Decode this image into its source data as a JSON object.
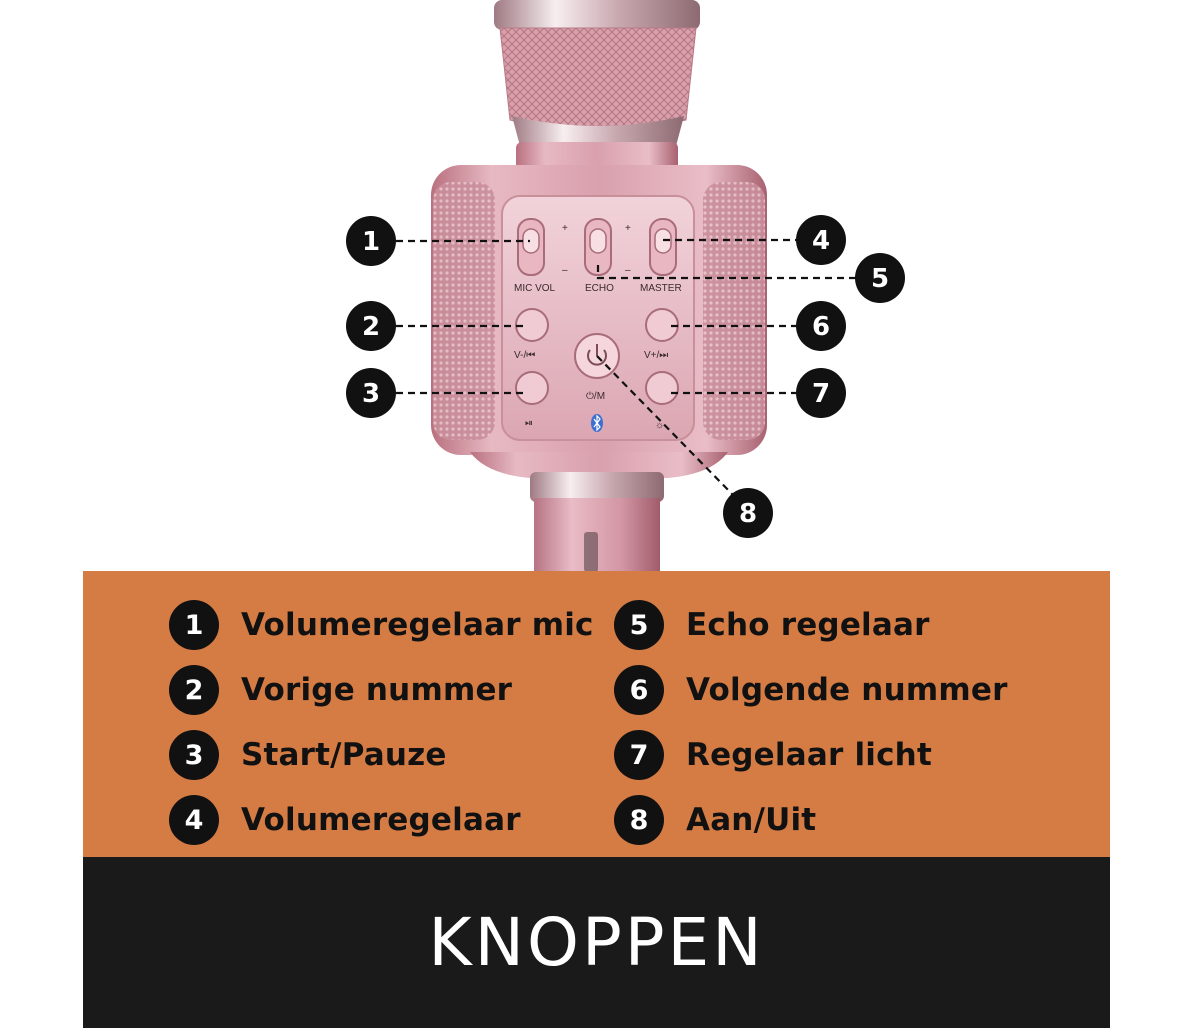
{
  "title": "KNOPPEN",
  "device_labels": {
    "mic_vol": "MIC VOL",
    "echo": "ECHO",
    "master": "MASTER",
    "plus": "+",
    "minus": "–",
    "prev": "V-/⏮",
    "next": "V+/⏭",
    "play_pause": "⏯",
    "power_mode": "⏻/M",
    "light": "☼"
  },
  "callouts": [
    "1",
    "2",
    "3",
    "4",
    "5",
    "6",
    "7",
    "8"
  ],
  "legend": {
    "left": [
      {
        "num": "1",
        "text": "Volumeregelaar mic"
      },
      {
        "num": "2",
        "text": "Vorige nummer"
      },
      {
        "num": "3",
        "text": "Start/Pauze"
      },
      {
        "num": "4",
        "text": "Volumeregelaar"
      }
    ],
    "right": [
      {
        "num": "5",
        "text": "Echo regelaar"
      },
      {
        "num": "6",
        "text": "Volgende nummer"
      },
      {
        "num": "7",
        "text": "Regelaar licht"
      },
      {
        "num": "8",
        "text": "Aan/Uit"
      }
    ]
  },
  "colors": {
    "legend_bg": "#d57c45",
    "title_bg": "#1a1a1a",
    "badge": "#111111",
    "mic_body": "#d9a1ae"
  }
}
